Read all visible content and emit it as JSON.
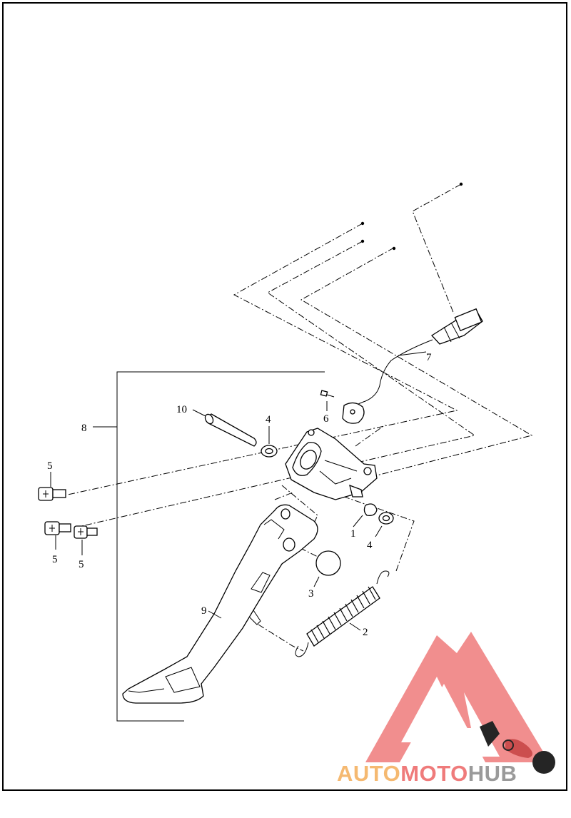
{
  "callouts": {
    "c1": "1",
    "c2": "2",
    "c3": "3",
    "c4a": "4",
    "c4b": "4",
    "c5a": "5",
    "c5b": "5",
    "c5c": "5",
    "c6": "6",
    "c7": "7",
    "c8": "8",
    "c9": "9",
    "c10": "10"
  },
  "watermark": {
    "part1": "AUTO",
    "part2": "MOTO",
    "part3": "HUB",
    "colors": {
      "orange": "#f5b971",
      "red": "#ef7b7b",
      "gray": "#9a9a9a"
    }
  }
}
